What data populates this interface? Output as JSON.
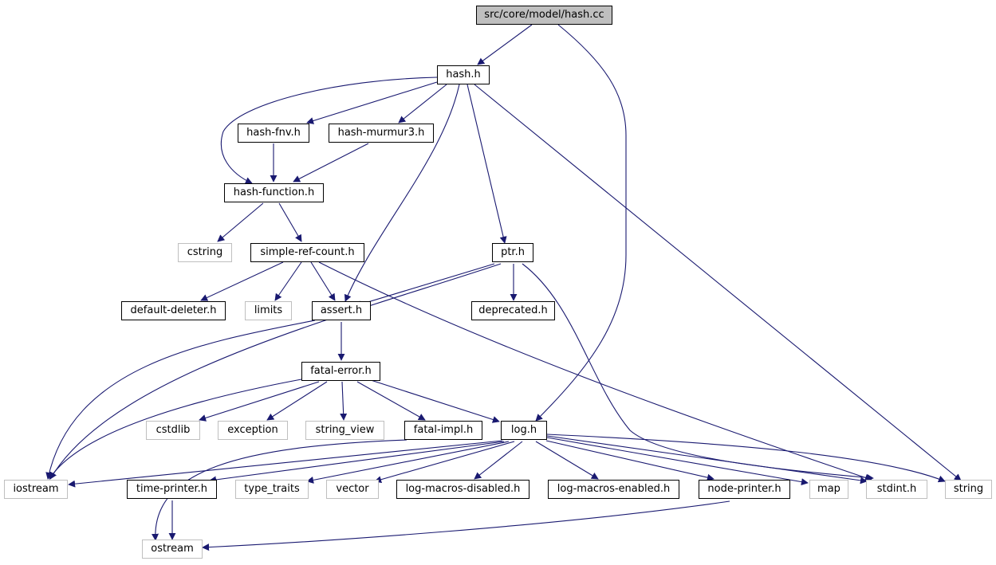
{
  "diagram": {
    "colors": {
      "edge": "#191970",
      "node_border": "#000000",
      "external_border": "#bfbfbf",
      "root_fill": "#bfbfbf"
    },
    "nodes": {
      "hash_cc": "src/core/model/hash.cc",
      "hash_h": "hash.h",
      "hash_fnv": "hash-fnv.h",
      "hash_murmur3": "hash-murmur3.h",
      "hash_function": "hash-function.h",
      "cstring": "cstring",
      "simple_ref_count": "simple-ref-count.h",
      "ptr": "ptr.h",
      "default_deleter": "default-deleter.h",
      "limits": "limits",
      "assert": "assert.h",
      "deprecated": "deprecated.h",
      "fatal_error": "fatal-error.h",
      "cstdlib": "cstdlib",
      "exception": "exception",
      "string_view": "string_view",
      "fatal_impl": "fatal-impl.h",
      "log": "log.h",
      "iostream": "iostream",
      "time_printer": "time-printer.h",
      "type_traits": "type_traits",
      "vector": "vector",
      "log_macros_disabled": "log-macros-disabled.h",
      "log_macros_enabled": "log-macros-enabled.h",
      "node_printer": "node-printer.h",
      "map": "map",
      "stdint": "stdint.h",
      "string": "string",
      "ostream": "ostream"
    }
  }
}
